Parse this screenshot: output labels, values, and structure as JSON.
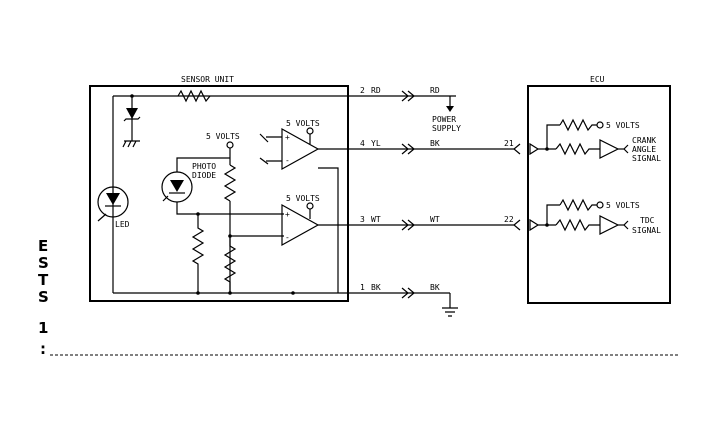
{
  "sensor_unit": {
    "title": "SENSOR UNIT",
    "led_label": "LED",
    "photo_diode_label": [
      "PHOTO",
      "DIODE"
    ],
    "supply_upper": "5 VOLTS",
    "supply_lower": "5 VOLTS",
    "supply_diode": "5 VOLTS"
  },
  "wires": [
    {
      "terminal": "2",
      "color": "RD"
    },
    {
      "terminal": "4",
      "color": "YL"
    },
    {
      "terminal": "3",
      "color": "WT"
    },
    {
      "terminal": "1",
      "color": "BK"
    }
  ],
  "harness": {
    "wire_rd": "RD",
    "wire_yl": "BK",
    "wire_wt": "WT",
    "wire_bk": "BK",
    "power_supply": [
      "POWER",
      "SUPPLY"
    ]
  },
  "ecu": {
    "title": "ECU",
    "pin_crank": "21",
    "pin_tdc": "22",
    "supply_crank": "5 VOLTS",
    "supply_tdc": "5 VOLTS",
    "crank_signal": [
      "CRANK",
      "ANGLE",
      "SIGNAL"
    ],
    "tdc_signal": [
      "TDC",
      "SIGNAL"
    ]
  },
  "side_text": [
    "E",
    "S",
    "T",
    "S",
    "1",
    ":"
  ],
  "colors": {
    "ink": "#000000",
    "background": "#ffffff"
  }
}
